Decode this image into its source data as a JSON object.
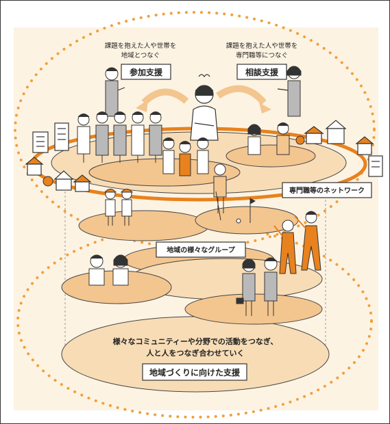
{
  "colors": {
    "orange": "#f0a03c",
    "orange_dark": "#e8821e",
    "ellipse_fill": "#f3c58f",
    "ellipse_light": "#f7dcb6",
    "panel": "#fdf3e3",
    "ink": "#222222",
    "gray": "#b9b9b9"
  },
  "top_left": {
    "caption_line1": "課題を抱えた人や世帯を",
    "caption_line2": "地域とつなぐ",
    "badge": "参加支援"
  },
  "top_right": {
    "caption_line1": "課題を抱えた人や世帯を",
    "caption_line2": "専門職等につなぐ",
    "badge": "相談支援"
  },
  "network_label": "専門職等のネットワーク",
  "group_label": "地域の様々なグループ",
  "bottom": {
    "text_line1": "様々なコミュニティーや分野での活動をつなぎ、",
    "text_line2": "人と人をつなぎ合わせていく",
    "badge": "地域づくりに向けた支援"
  }
}
